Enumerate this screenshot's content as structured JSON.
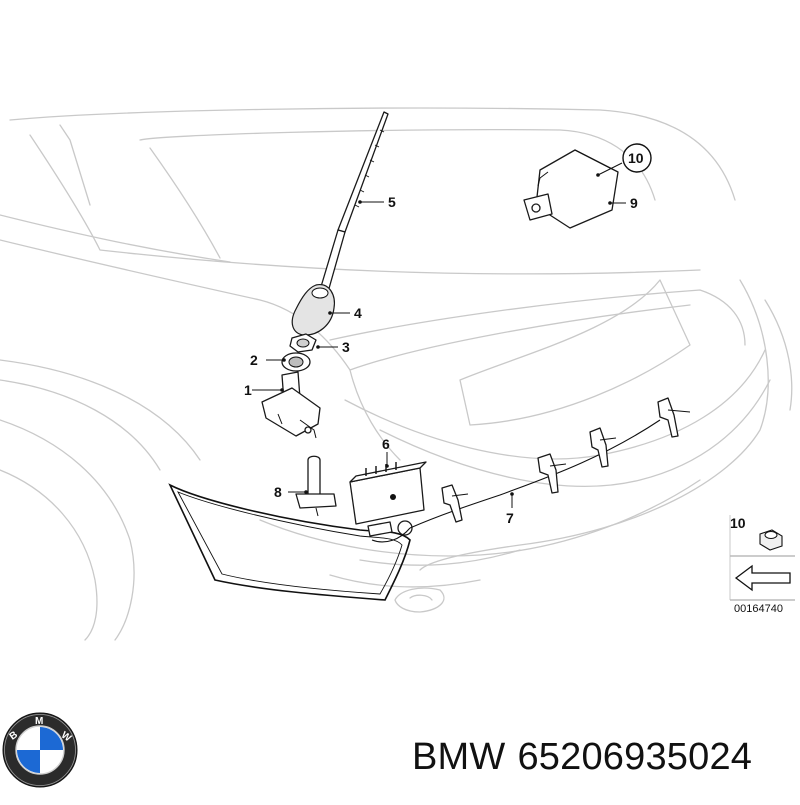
{
  "diagram": {
    "callouts": [
      {
        "id": "1",
        "label": "1"
      },
      {
        "id": "2",
        "label": "2"
      },
      {
        "id": "3",
        "label": "3"
      },
      {
        "id": "4",
        "label": "4"
      },
      {
        "id": "5",
        "label": "5"
      },
      {
        "id": "6",
        "label": "6"
      },
      {
        "id": "7",
        "label": "7"
      },
      {
        "id": "8",
        "label": "8"
      },
      {
        "id": "9",
        "label": "9"
      },
      {
        "id": "10",
        "label": "10"
      }
    ],
    "inset": {
      "label": "10"
    },
    "reference_number": "00164740"
  },
  "caption": {
    "brand": "BMW",
    "part_number": "65206935024"
  },
  "logo": {
    "name": "bmw-roundel",
    "letters": "BMW"
  },
  "colors": {
    "logo_blue": "#1c69d4",
    "line": "#111111",
    "car_outline": "#c9c9c9"
  }
}
